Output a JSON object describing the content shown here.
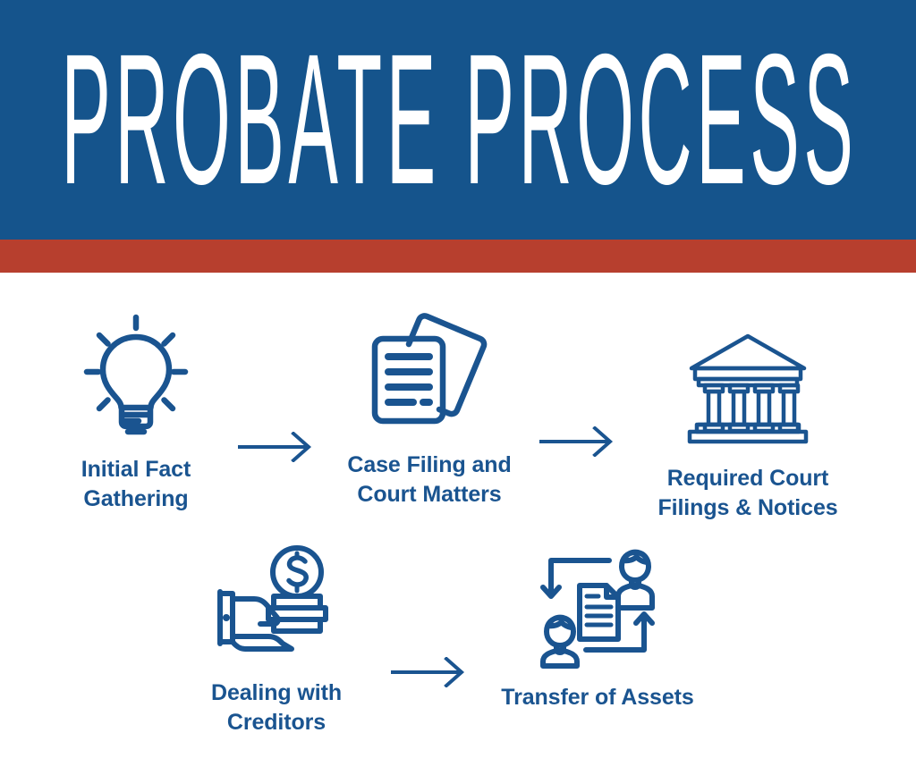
{
  "header": {
    "title": "PROBATE PROCESS",
    "band_color": "#15548c",
    "accent_color": "#b73f2e",
    "title_color": "#ffffff"
  },
  "theme": {
    "primary_blue": "#15548c",
    "icon_blue": "#1a5490",
    "accent_red": "#b73f2e",
    "background": "#ffffff"
  },
  "flow": {
    "steps": [
      {
        "number": 1,
        "label": "Initial Fact\nGathering",
        "label_line1": "Initial Fact",
        "label_line2": "Gathering",
        "icon": "lightbulb-icon"
      },
      {
        "number": 2,
        "label": "Case Filing and\nCourt Matters",
        "label_line1": "Case Filing and",
        "label_line2": "Court Matters",
        "icon": "documents-icon"
      },
      {
        "number": 3,
        "label": "Required Court\nFilings & Notices",
        "label_line1": "Required Court",
        "label_line2": "Filings & Notices",
        "icon": "courthouse-icon"
      },
      {
        "number": 4,
        "label": "Dealing with\nCreditors",
        "label_line1": "Dealing with",
        "label_line2": "Creditors",
        "icon": "hand-money-icon"
      },
      {
        "number": 5,
        "label": "Transfer of Assets",
        "label_line1": "Transfer of Assets",
        "label_line2": "",
        "icon": "asset-transfer-icon"
      }
    ],
    "connectors": [
      {
        "from": 1,
        "to": 2,
        "icon": "arrow-right-icon"
      },
      {
        "from": 2,
        "to": 3,
        "icon": "arrow-right-icon"
      },
      {
        "from": 4,
        "to": 5,
        "icon": "arrow-right-icon"
      }
    ]
  }
}
